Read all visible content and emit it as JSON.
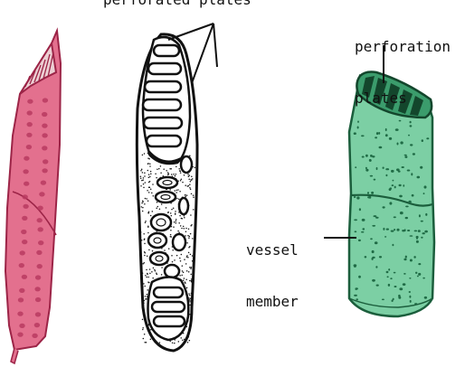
{
  "labels": {
    "top_partial": "perforated plates",
    "perforation_plates_line1": "perforation",
    "perforation_plates_line2": "plates",
    "vessel_member_line1": "vessel",
    "vessel_member_line2": "member"
  },
  "colors": {
    "pink_fill": "#e3708e",
    "pink_outline": "#9c2447",
    "pink_pit": "#b83a60",
    "pink_tip": "#e9c3c9",
    "green_fill": "#7ccfa4",
    "green_outline": "#1b5e3c",
    "green_dot": "#1f6b45",
    "green_top": "#3b9c6c",
    "green_stripe": "#13462c",
    "ink": "#111111"
  }
}
